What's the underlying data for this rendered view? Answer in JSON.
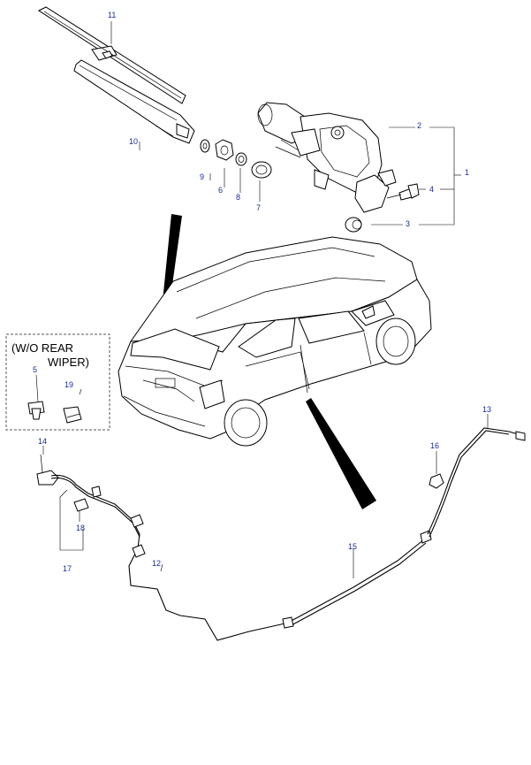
{
  "box": {
    "title": "(W/O REAR",
    "title2": "WIPER)"
  },
  "callouts": {
    "p1": "1",
    "p2": "2",
    "p3": "3",
    "p4": "4",
    "p5": "5",
    "p6": "6",
    "p7": "7",
    "p8": "8",
    "p9": "9",
    "p10": "10",
    "p11": "11",
    "p12": "12",
    "p13": "13",
    "p14": "14",
    "p15": "15",
    "p16": "16",
    "p17": "17",
    "p18": "18",
    "p19": "19"
  }
}
